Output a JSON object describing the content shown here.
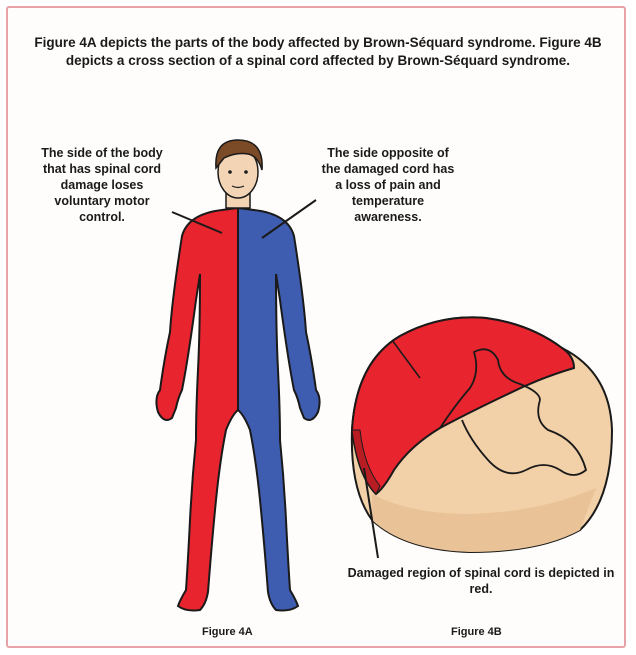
{
  "title": "Figure 4A depicts the parts of the body affected by Brown-Séquard syndrome. Figure 4B depicts a cross section of a spinal cord affected by Brown-Séquard syndrome.",
  "labels": {
    "left_side": "The side of the body that has spinal cord damage loses voluntary motor control.",
    "right_side": "The side opposite of the damaged cord has a loss of pain and temperature awareness.",
    "damaged_region": "Damaged region of spinal cord is depicted in red."
  },
  "captions": {
    "figure_a": "Figure 4A",
    "figure_b": "Figure 4B"
  },
  "colors": {
    "affected_motor": "#e8242e",
    "affected_sensory": "#3f5db0",
    "cord_tissue": "#f2d0a8",
    "border": "#e7a3a8"
  }
}
